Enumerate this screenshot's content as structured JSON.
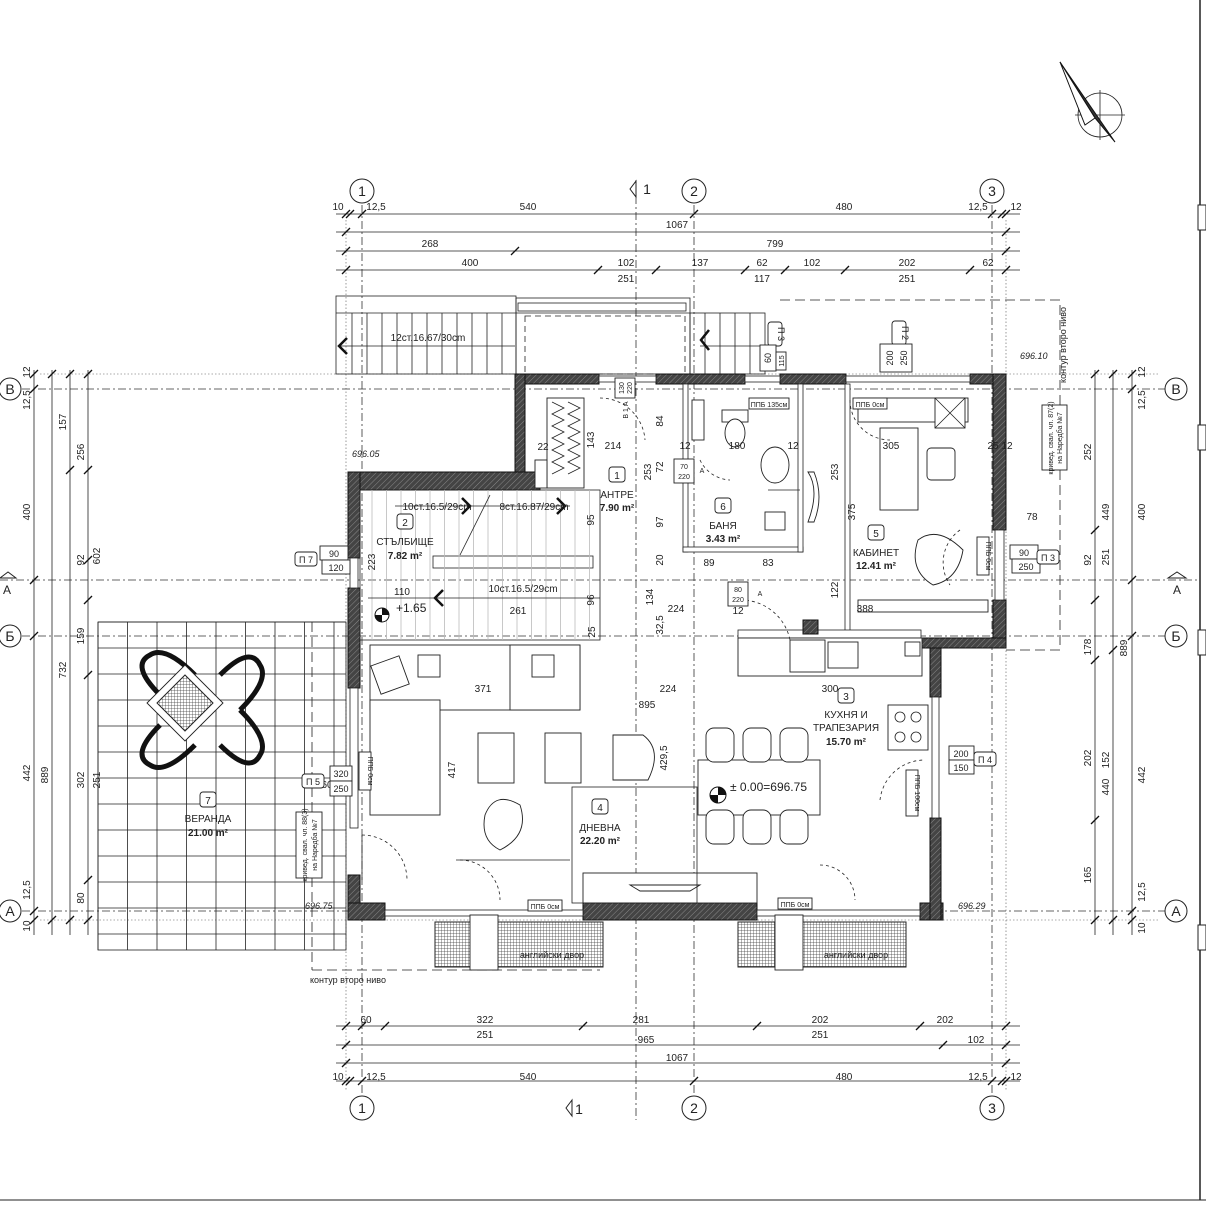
{
  "grid_axes": {
    "vertical": [
      "1",
      "2",
      "3"
    ],
    "horizontal": [
      "В",
      "Б",
      "А"
    ]
  },
  "section_marks": {
    "vertical": "1",
    "horizontal": "А"
  },
  "dimensions": {
    "top": [
      "10",
      "12,5",
      "540",
      "480",
      "12,5",
      "12",
      "1067",
      "268",
      "799",
      "400",
      "102",
      "137",
      "62",
      "102",
      "202",
      "62",
      "251",
      "117",
      "251"
    ],
    "bottom": [
      "60",
      "322",
      "281",
      "202",
      "202",
      "251",
      "251",
      "965",
      "102",
      "1067",
      "10",
      "12,5",
      "540",
      "480",
      "12,5",
      "12"
    ],
    "left": [
      "12",
      "12,5",
      "400",
      "442",
      "12,5",
      "10",
      "889",
      "157",
      "732",
      "256",
      "92",
      "159",
      "302",
      "80",
      "602",
      "251"
    ],
    "right": [
      "252",
      "92",
      "178",
      "202",
      "165",
      "449",
      "251",
      "889",
      "152",
      "440",
      "12",
      "12,5",
      "400",
      "442",
      "12,5",
      "10"
    ],
    "interior": [
      "22",
      "214",
      "143",
      "84",
      "72",
      "253",
      "12",
      "180",
      "12",
      "253",
      "305",
      "25",
      "12",
      "375",
      "78",
      "97",
      "20",
      "89",
      "83",
      "122",
      "388",
      "95",
      "223",
      "110",
      "261",
      "224",
      "12",
      "134",
      "32,5",
      "25",
      "371",
      "224",
      "300",
      "895",
      "417",
      "429,5",
      "60",
      "96"
    ]
  },
  "rooms": [
    {
      "number": "1",
      "name": "АНТРЕ",
      "area": "7.90 m²"
    },
    {
      "number": "2",
      "name": "СТЪЛБИЩЕ",
      "area": "7.82 m²"
    },
    {
      "number": "3",
      "name": "КУХНЯ И",
      "name2": "ТРАПЕЗАРИЯ",
      "area": "15.70 m²"
    },
    {
      "number": "4",
      "name": "ДНЕВНА",
      "area": "22.20 m²"
    },
    {
      "number": "5",
      "name": "КАБИНЕТ",
      "area": "12.41 m²"
    },
    {
      "number": "6",
      "name": "БАНЯ",
      "area": "3.43 m²"
    },
    {
      "number": "7",
      "name": "ВЕРАНДА",
      "area": "21.00 m²"
    }
  ],
  "stairs": [
    "12ст.16.67/30cm",
    "10ст.16.5/29cm",
    "8ст.16.87/29cm",
    "10ст.16.5/29cm"
  ],
  "levels": {
    "stair_landing": "+1.65",
    "zero": "± 0.00=696.75",
    "corner_nw": "696.05",
    "corner_ne": "696.10",
    "corner_sw": "696.75",
    "corner_se": "696.29"
  },
  "notes": {
    "upper_outline_bottom": "контур второ ниво",
    "upper_outline_right": "контур второ ниво",
    "english_yard_1": "английски двор",
    "english_yard_2": "английски двор",
    "regulation_1": "кривед. свал. чл. 87(2)",
    "regulation_1b": "на Наредба №7",
    "regulation_2": "кривед. свал. чл. 88(3)",
    "regulation_2b": "на Наредба №7"
  },
  "openings": {
    "p3_top": {
      "tag": "П 3",
      "w": "60",
      "h": "115"
    },
    "p2": {
      "tag": "П 2",
      "w": "200",
      "h": "250"
    },
    "p7": {
      "tag": "П 7",
      "w": "90",
      "h": "120"
    },
    "p5": {
      "tag": "П 5",
      "w": "320",
      "h": "250"
    },
    "p4": {
      "tag": "П 4",
      "w": "200",
      "h": "150"
    },
    "p3_right": {
      "tag": "П 3",
      "w": "90",
      "h": "250"
    },
    "entry": {
      "w": "130",
      "h": "220",
      "tag": "В 1 А"
    },
    "bath_door": {
      "w": "70",
      "h": "220",
      "tag": "А"
    },
    "hall_door": {
      "w": "80",
      "h": "220",
      "tag": "А"
    },
    "sill_labels": [
      "ППБ 135см",
      "ППБ 0см",
      "ППБ 0см",
      "ППБ 0см",
      "ППБ 0см",
      "ППБ 100см",
      "ППБ 0см"
    ]
  }
}
